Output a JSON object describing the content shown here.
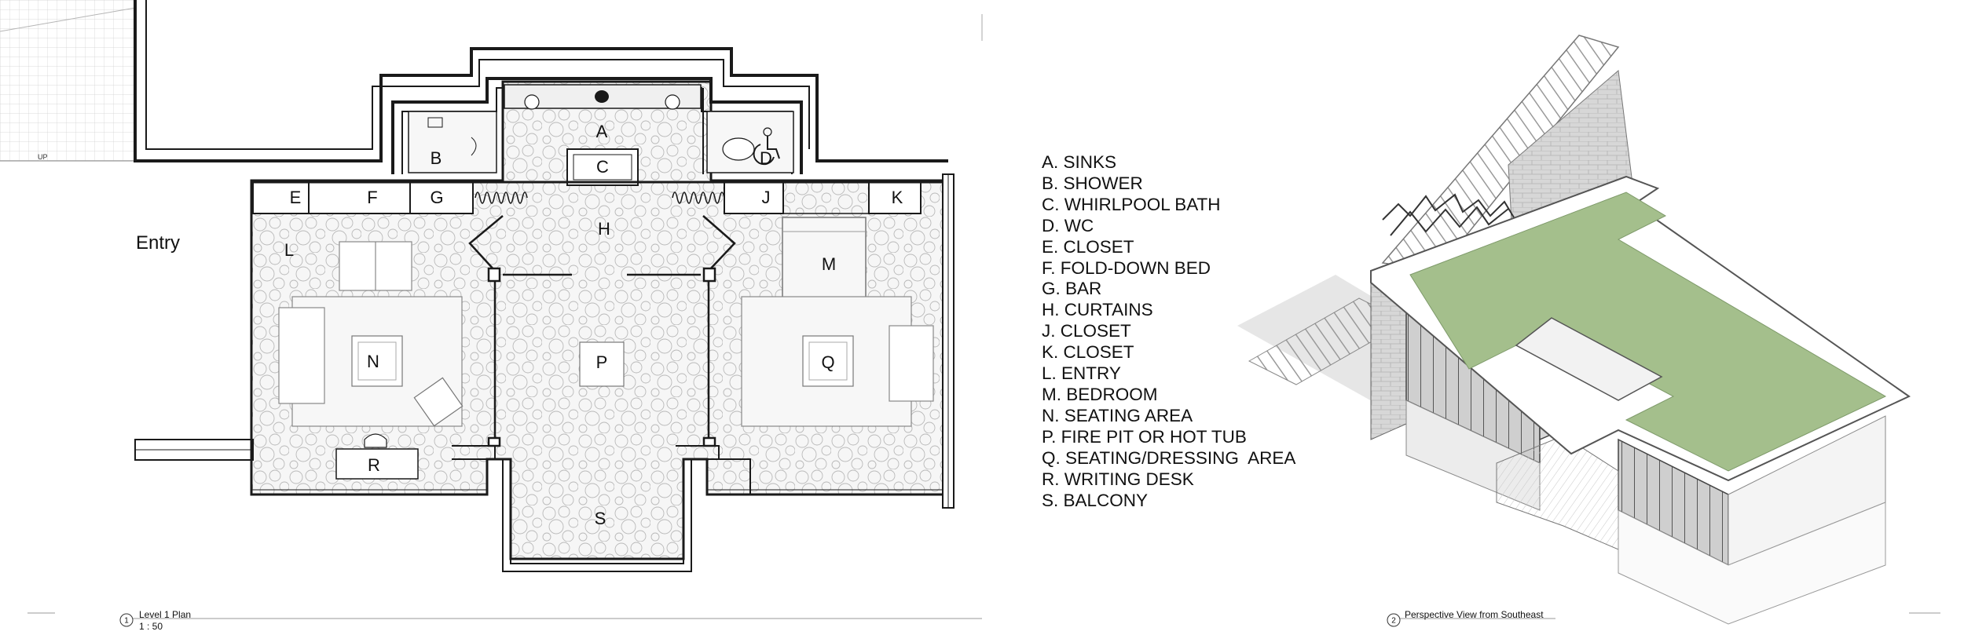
{
  "plan": {
    "entry_label": "Entry",
    "stair_label": "UP",
    "rooms": {
      "A": "A",
      "B": "B",
      "C": "C",
      "D": "D",
      "E": "E",
      "F": "F",
      "G": "G",
      "H": "H",
      "J": "J",
      "K": "K",
      "L": "L",
      "M": "M",
      "N": "N",
      "P": "P",
      "Q": "Q",
      "R": "R",
      "S": "S"
    },
    "caption": {
      "number": "1",
      "title": "Level 1 Plan",
      "scale": "1 : 50"
    }
  },
  "legend": [
    "A. SINKS",
    "B. SHOWER",
    "C. WHIRLPOOL BATH",
    "D. WC",
    "E. CLOSET",
    "F. FOLD-DOWN BED",
    "G. BAR",
    "H. CURTAINS",
    "J. CLOSET",
    "K. CLOSET",
    "L. ENTRY",
    "M. BEDROOM",
    "N. SEATING AREA",
    "P. FIRE PIT OR HOT TUB",
    "Q. SEATING/DRESSING  AREA",
    "R. WRITING DESK",
    "S. BALCONY"
  ],
  "perspective": {
    "caption": {
      "number": "2",
      "title": "Perspective View from Southeast"
    },
    "roof_color": "#a4bf8c"
  },
  "colors": {
    "line": "#1a1a1a",
    "stone": "#f3f3f3",
    "wall": "#222222"
  }
}
